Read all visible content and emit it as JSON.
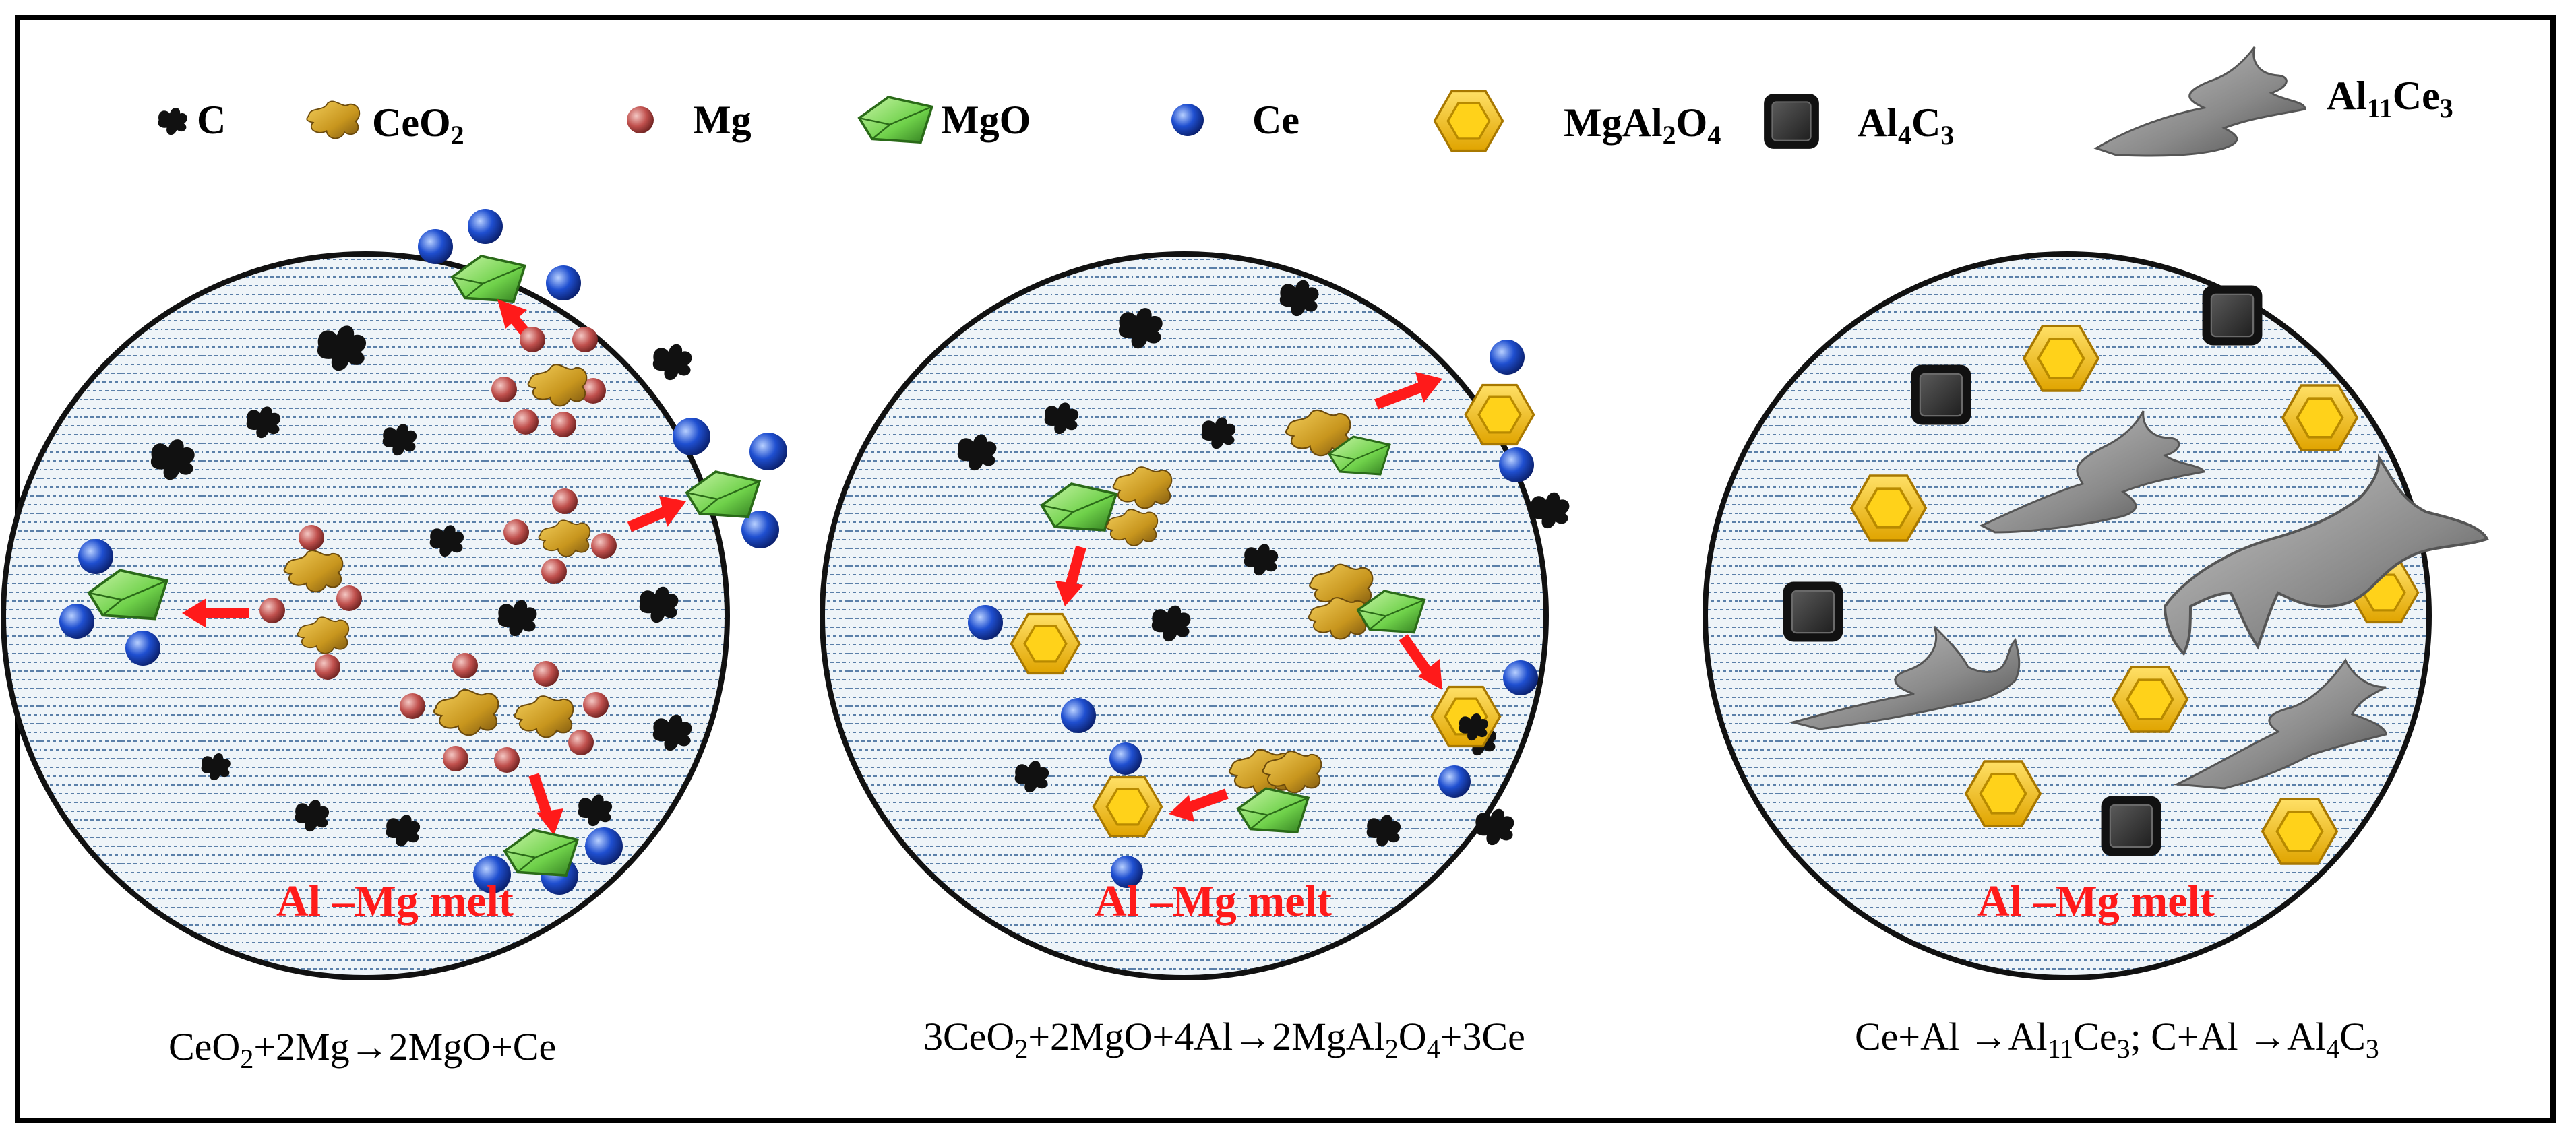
{
  "legend": [
    {
      "key": "C",
      "text": "C",
      "icon": "carbon-particle"
    },
    {
      "key": "CeO2",
      "text": "CeO",
      "sub": "2",
      "icon": "ceo2-particle"
    },
    {
      "key": "Mg",
      "text": "Mg",
      "icon": "mg-atom"
    },
    {
      "key": "MgO",
      "text": "MgO",
      "icon": "mgo-particle"
    },
    {
      "key": "Ce",
      "text": "Ce",
      "icon": "ce-atom"
    },
    {
      "key": "MgAl2O4",
      "parts": [
        "MgAl",
        "2",
        "O",
        "4"
      ],
      "icon": "spinel-hexagon"
    },
    {
      "key": "Al4C3",
      "parts": [
        "Al",
        "4",
        "C",
        "3"
      ],
      "icon": "al4c3-square"
    },
    {
      "key": "Al11Ce3",
      "parts": [
        "Al",
        "11",
        "Ce",
        "3"
      ],
      "icon": "al11ce3-flake"
    }
  ],
  "panels": {
    "left": {
      "label": "Al –Mg melt",
      "equation": [
        "CeO",
        "2",
        "+2Mg→2MgO+Ce"
      ]
    },
    "middle": {
      "label": "Al –Mg melt",
      "equation": [
        "3CeO",
        "2",
        "+2MgO+4Al→2MgAl",
        "2",
        "O",
        "4",
        "+3Ce"
      ]
    },
    "right": {
      "label": "Al –Mg melt",
      "equation": [
        "Ce+Al →Al",
        "11",
        "Ce",
        "3",
        "; C+Al →Al",
        "4",
        "C",
        "3"
      ]
    }
  },
  "colors": {
    "carbon": "#111111",
    "ceo2": "#c8961e",
    "mg": "#c0504d",
    "mgo": "#6fd14a",
    "ce": "#1f4fd0",
    "spinel": "#f6c000",
    "al4c3": "#333333",
    "al11ce3": "#8a8a8a",
    "arrow": "#ff1a1a",
    "melt_lines": "#4a6f9a"
  }
}
